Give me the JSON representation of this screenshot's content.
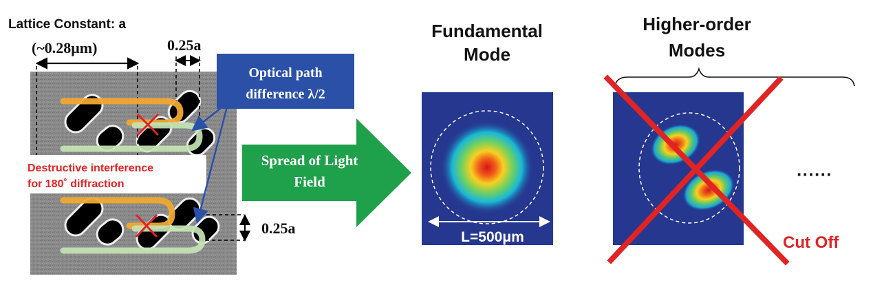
{
  "labels": {
    "lattice_title": "Lattice Constant: a",
    "lattice_value": "(~0.28μm)",
    "offset_top": "0.25a",
    "optical_path_line1": "Optical path",
    "optical_path_line2": "difference λ/2",
    "destructive_line1": "Destructive interference",
    "destructive_line2": "for 180˚ diffraction",
    "offset_side": "0.25a",
    "spread_line1": "Spread of Light",
    "spread_line2": "Field",
    "fundamental_line1": "Fundamental",
    "fundamental_line2": "Mode",
    "size_label": "L=500μm",
    "higher_line1": "Higher-order",
    "higher_line2": "Modes",
    "cut_off": "Cut Off",
    "ellipsis": "······"
  },
  "colors": {
    "callout_blue": "#2a50a8",
    "arrow_green": "#1fa04a",
    "mode_bg": "#26378f",
    "red": "#e02424",
    "wave_orange": "#f0a830",
    "wave_green": "#b8dca8"
  }
}
